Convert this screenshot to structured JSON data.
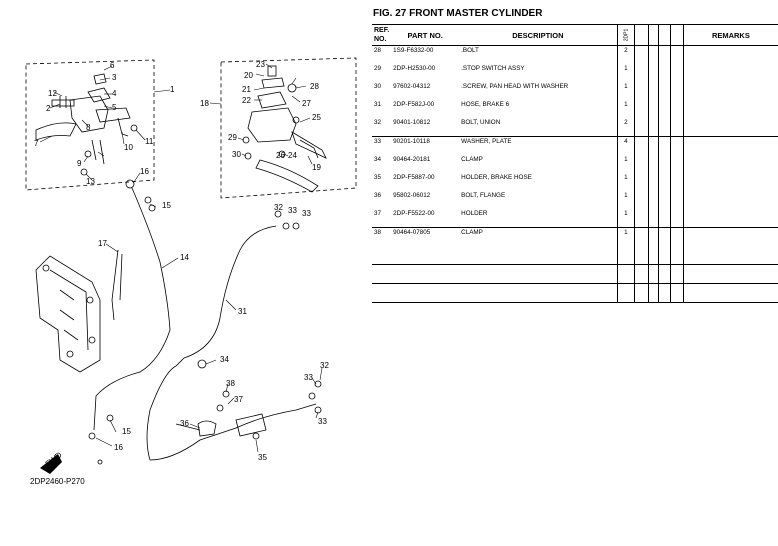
{
  "figure": {
    "title": "FIG.  27  FRONT MASTER CYLINDER",
    "diagram_code": "2DP2460-P270",
    "fwd_label": "FWD"
  },
  "diagram_labels": [
    "1",
    "2",
    "3",
    "4",
    "5",
    "6",
    "7",
    "8",
    "9",
    "10",
    "11",
    "12",
    "13",
    "14",
    "15",
    "15",
    "16",
    "16",
    "17",
    "18",
    "19",
    "20",
    "21",
    "22",
    "23",
    "24",
    "25",
    "26",
    "27",
    "28",
    "29",
    "30",
    "31",
    "32",
    "32",
    "33",
    "33",
    "33",
    "33",
    "34",
    "35",
    "36",
    "37",
    "38"
  ],
  "table": {
    "headers": {
      "ref_line1": "REF.",
      "ref_line2": "NO.",
      "part_no": "PART NO.",
      "description": "DESCRIPTION",
      "qty_code": "2DP1",
      "remarks": "REMARKS"
    },
    "rows": [
      {
        "ref": "28",
        "part": "1S9-F6332-00",
        "desc": ".BOLT",
        "qty": "2"
      },
      {
        "ref": "29",
        "part": "2DP-H2530-00",
        "desc": ".STOP SWITCH ASSY",
        "qty": "1"
      },
      {
        "ref": "30",
        "part": "97602-04312",
        "desc": ".SCREW, PAN HEAD WITH WASHER",
        "qty": "1"
      },
      {
        "ref": "31",
        "part": "2DP-F582J-00",
        "desc": "HOSE, BRAKE 6",
        "qty": "1"
      },
      {
        "ref": "32",
        "part": "90401-10812",
        "desc": "BOLT, UNION",
        "qty": "2"
      },
      {
        "ref": "33",
        "part": "90201-10118",
        "desc": "WASHER, PLATE",
        "qty": "4"
      },
      {
        "ref": "34",
        "part": "90464-20181",
        "desc": "CLAMP",
        "qty": "1"
      },
      {
        "ref": "35",
        "part": "2DP-F5887-00",
        "desc": "HOLDER, BRAKE HOSE",
        "qty": "1"
      },
      {
        "ref": "36",
        "part": "95802-06012",
        "desc": "BOLT, FLANGE",
        "qty": "1"
      },
      {
        "ref": "37",
        "part": "2DP-F5522-00",
        "desc": "HOLDER",
        "qty": "1"
      },
      {
        "ref": "38",
        "part": "90464-07805",
        "desc": "CLAMP",
        "qty": "1"
      }
    ]
  }
}
